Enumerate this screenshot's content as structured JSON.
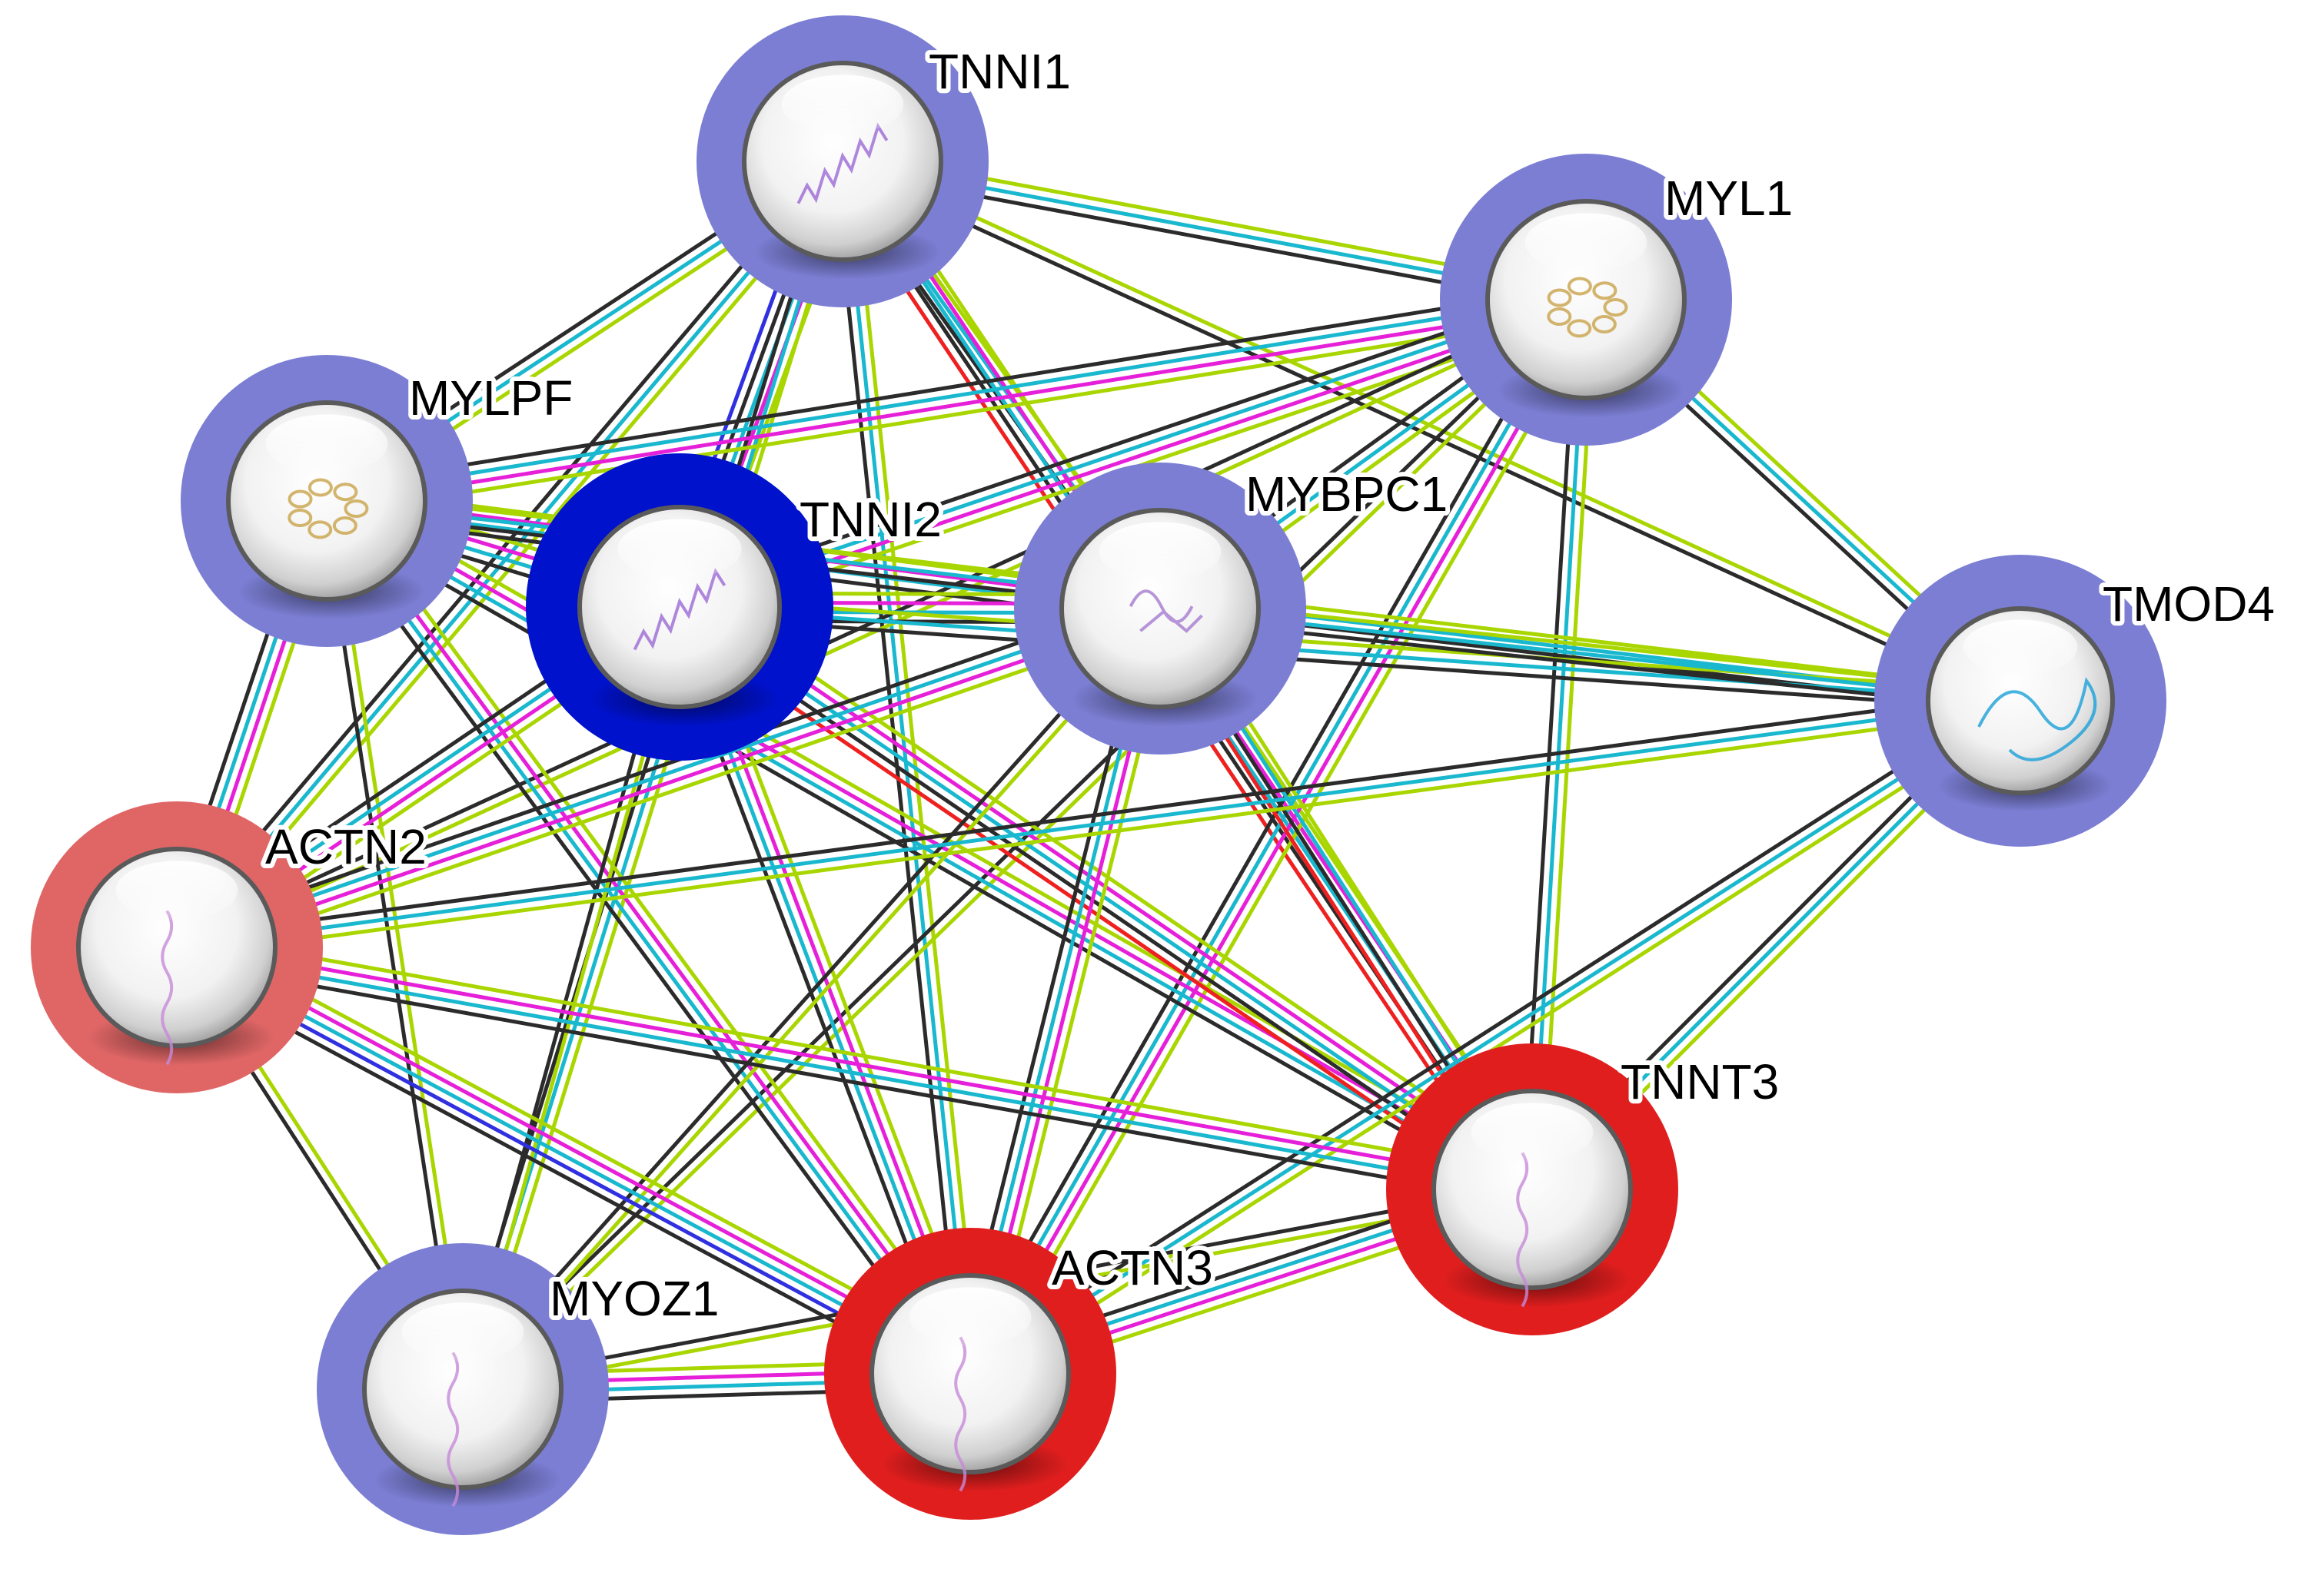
{
  "network": {
    "colors": {
      "halo_default": "#7b7ed3",
      "halo_query": "#0012cc",
      "halo_light_red": "#e06666",
      "halo_red": "#e01e1e",
      "edge_experimental": "#e61fd9",
      "edge_database": "#19b8cf",
      "edge_textmining": "#a9d600",
      "edge_coexpression": "#2b2b2b",
      "edge_fusion": "#ee2020",
      "edge_cooccurrence": "#3030e0"
    },
    "nodes": [
      {
        "id": "TNNI1",
        "label": "TNNI1",
        "halo": "halo_default",
        "structure": "helix-icon"
      },
      {
        "id": "MYL1",
        "label": "MYL1",
        "halo": "halo_default",
        "structure": "globular-icon"
      },
      {
        "id": "MYLPF",
        "label": "MYLPF",
        "halo": "halo_default",
        "structure": "globular-icon"
      },
      {
        "id": "TNNI2",
        "label": "TNNI2",
        "halo": "halo_query",
        "structure": "helix-icon"
      },
      {
        "id": "MYBPC1",
        "label": "MYBPC1",
        "halo": "halo_default",
        "structure": "sheet-icon"
      },
      {
        "id": "TMOD4",
        "label": "TMOD4",
        "halo": "halo_default",
        "structure": "rainbow-fold-icon"
      },
      {
        "id": "ACTN2",
        "label": "ACTN2",
        "halo": "halo_light_red",
        "structure": "coil-icon"
      },
      {
        "id": "TNNT3",
        "label": "TNNT3",
        "halo": "halo_red",
        "structure": "coil-icon"
      },
      {
        "id": "MYOZ1",
        "label": "MYOZ1",
        "halo": "halo_default",
        "structure": "coil-icon"
      },
      {
        "id": "ACTN3",
        "label": "ACTN3",
        "halo": "halo_red",
        "structure": "coil-icon"
      }
    ],
    "edges": [
      {
        "source": "TNNI1",
        "target": "MYL1",
        "types": [
          "edge_textmining",
          "edge_database",
          "edge_coexpression"
        ]
      },
      {
        "source": "TNNI1",
        "target": "MYLPF",
        "types": [
          "edge_textmining",
          "edge_database",
          "edge_coexpression"
        ]
      },
      {
        "source": "TNNI1",
        "target": "TNNI2",
        "types": [
          "edge_textmining",
          "edge_experimental",
          "edge_database",
          "edge_coexpression",
          "edge_cooccurrence"
        ]
      },
      {
        "source": "TNNI1",
        "target": "MYBPC1",
        "types": [
          "edge_textmining",
          "edge_database",
          "edge_coexpression"
        ]
      },
      {
        "source": "TNNI1",
        "target": "TMOD4",
        "types": [
          "edge_textmining",
          "edge_coexpression"
        ]
      },
      {
        "source": "TNNI1",
        "target": "ACTN2",
        "types": [
          "edge_textmining",
          "edge_database",
          "edge_coexpression"
        ]
      },
      {
        "source": "TNNI1",
        "target": "TNNT3",
        "types": [
          "edge_textmining",
          "edge_experimental",
          "edge_database",
          "edge_coexpression",
          "edge_fusion"
        ]
      },
      {
        "source": "TNNI1",
        "target": "MYOZ1",
        "types": [
          "edge_textmining",
          "edge_database",
          "edge_coexpression"
        ]
      },
      {
        "source": "TNNI1",
        "target": "ACTN3",
        "types": [
          "edge_textmining",
          "edge_database",
          "edge_coexpression"
        ]
      },
      {
        "source": "MYL1",
        "target": "MYLPF",
        "types": [
          "edge_textmining",
          "edge_experimental",
          "edge_database",
          "edge_coexpression"
        ]
      },
      {
        "source": "MYL1",
        "target": "TNNI2",
        "types": [
          "edge_textmining",
          "edge_experimental",
          "edge_database",
          "edge_coexpression"
        ]
      },
      {
        "source": "MYL1",
        "target": "MYBPC1",
        "types": [
          "edge_textmining",
          "edge_database",
          "edge_coexpression"
        ]
      },
      {
        "source": "MYL1",
        "target": "TMOD4",
        "types": [
          "edge_textmining",
          "edge_database",
          "edge_coexpression"
        ]
      },
      {
        "source": "MYL1",
        "target": "ACTN2",
        "types": [
          "edge_textmining",
          "edge_coexpression"
        ]
      },
      {
        "source": "MYL1",
        "target": "TNNT3",
        "types": [
          "edge_textmining",
          "edge_database",
          "edge_coexpression"
        ]
      },
      {
        "source": "MYL1",
        "target": "MYOZ1",
        "types": [
          "edge_textmining",
          "edge_coexpression"
        ]
      },
      {
        "source": "MYL1",
        "target": "ACTN3",
        "types": [
          "edge_textmining",
          "edge_experimental",
          "edge_database",
          "edge_coexpression"
        ]
      },
      {
        "source": "MYLPF",
        "target": "TNNI2",
        "types": [
          "edge_textmining",
          "edge_experimental",
          "edge_database",
          "edge_coexpression"
        ]
      },
      {
        "source": "MYLPF",
        "target": "MYBPC1",
        "types": [
          "edge_textmining",
          "edge_experimental",
          "edge_database",
          "edge_coexpression"
        ]
      },
      {
        "source": "MYLPF",
        "target": "TMOD4",
        "types": [
          "edge_textmining",
          "edge_database",
          "edge_coexpression"
        ]
      },
      {
        "source": "MYLPF",
        "target": "ACTN2",
        "types": [
          "edge_textmining",
          "edge_experimental",
          "edge_database",
          "edge_coexpression"
        ]
      },
      {
        "source": "MYLPF",
        "target": "TNNT3",
        "types": [
          "edge_textmining",
          "edge_experimental",
          "edge_database",
          "edge_coexpression"
        ]
      },
      {
        "source": "MYLPF",
        "target": "MYOZ1",
        "types": [
          "edge_textmining",
          "edge_coexpression"
        ]
      },
      {
        "source": "MYLPF",
        "target": "ACTN3",
        "types": [
          "edge_textmining",
          "edge_experimental",
          "edge_database",
          "edge_coexpression"
        ]
      },
      {
        "source": "TNNI2",
        "target": "MYBPC1",
        "types": [
          "edge_textmining",
          "edge_experimental",
          "edge_database",
          "edge_coexpression"
        ]
      },
      {
        "source": "TNNI2",
        "target": "TMOD4",
        "types": [
          "edge_textmining",
          "edge_database",
          "edge_coexpression"
        ]
      },
      {
        "source": "TNNI2",
        "target": "ACTN2",
        "types": [
          "edge_textmining",
          "edge_experimental",
          "edge_database",
          "edge_coexpression"
        ]
      },
      {
        "source": "TNNI2",
        "target": "TNNT3",
        "types": [
          "edge_textmining",
          "edge_experimental",
          "edge_database",
          "edge_coexpression",
          "edge_fusion"
        ]
      },
      {
        "source": "TNNI2",
        "target": "MYOZ1",
        "types": [
          "edge_textmining",
          "edge_coexpression"
        ]
      },
      {
        "source": "TNNI2",
        "target": "ACTN3",
        "types": [
          "edge_textmining",
          "edge_experimental",
          "edge_database",
          "edge_coexpression"
        ]
      },
      {
        "source": "MYBPC1",
        "target": "TMOD4",
        "types": [
          "edge_textmining",
          "edge_database",
          "edge_coexpression"
        ]
      },
      {
        "source": "MYBPC1",
        "target": "ACTN2",
        "types": [
          "edge_textmining",
          "edge_experimental",
          "edge_database",
          "edge_coexpression"
        ]
      },
      {
        "source": "MYBPC1",
        "target": "TNNT3",
        "types": [
          "edge_textmining",
          "edge_database",
          "edge_coexpression",
          "edge_fusion"
        ]
      },
      {
        "source": "MYBPC1",
        "target": "MYOZ1",
        "types": [
          "edge_textmining",
          "edge_coexpression"
        ]
      },
      {
        "source": "MYBPC1",
        "target": "ACTN3",
        "types": [
          "edge_textmining",
          "edge_experimental",
          "edge_database",
          "edge_coexpression"
        ]
      },
      {
        "source": "TMOD4",
        "target": "ACTN2",
        "types": [
          "edge_textmining",
          "edge_database",
          "edge_coexpression"
        ]
      },
      {
        "source": "TMOD4",
        "target": "TNNT3",
        "types": [
          "edge_textmining",
          "edge_database",
          "edge_coexpression"
        ]
      },
      {
        "source": "TMOD4",
        "target": "ACTN3",
        "types": [
          "edge_textmining",
          "edge_database",
          "edge_coexpression"
        ]
      },
      {
        "source": "ACTN2",
        "target": "TNNT3",
        "types": [
          "edge_textmining",
          "edge_experimental",
          "edge_database",
          "edge_coexpression"
        ]
      },
      {
        "source": "ACTN2",
        "target": "MYOZ1",
        "types": [
          "edge_textmining",
          "edge_coexpression"
        ]
      },
      {
        "source": "ACTN2",
        "target": "ACTN3",
        "types": [
          "edge_textmining",
          "edge_experimental",
          "edge_database",
          "edge_cooccurrence",
          "edge_coexpression"
        ]
      },
      {
        "source": "TNNT3",
        "target": "MYOZ1",
        "types": [
          "edge_textmining",
          "edge_coexpression"
        ]
      },
      {
        "source": "TNNT3",
        "target": "ACTN3",
        "types": [
          "edge_textmining",
          "edge_experimental",
          "edge_database",
          "edge_coexpression"
        ]
      },
      {
        "source": "MYOZ1",
        "target": "ACTN3",
        "types": [
          "edge_textmining",
          "edge_experimental",
          "edge_database",
          "edge_coexpression"
        ]
      }
    ]
  }
}
